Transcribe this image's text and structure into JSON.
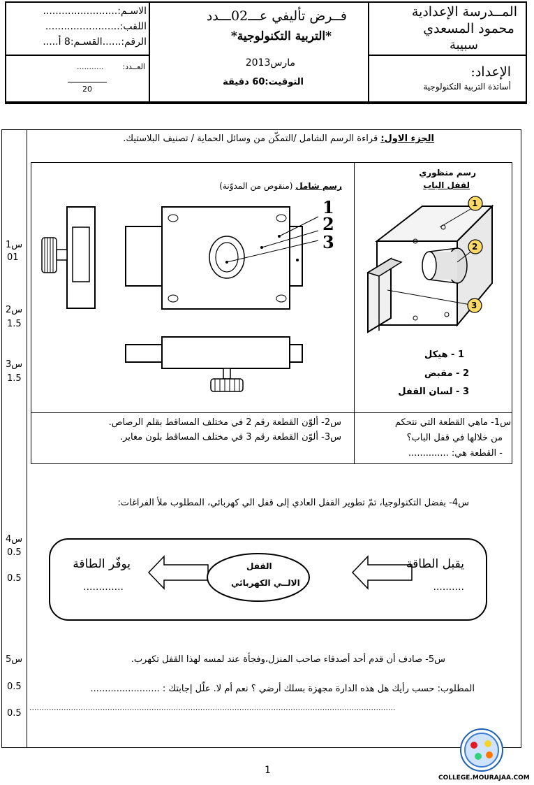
{
  "header": {
    "school": [
      "المــدرسة الإعدادية",
      "محمود المسعدي",
      "سبيبة"
    ],
    "preparedby_label": "الإعداد:",
    "preparedby": "أساتذة التربية التكنولوجية",
    "exam_title": "فــرض تأليفي عـــ02ـــدد",
    "subject": "*التربية التكنولوجية*",
    "date": "مارس2013",
    "duration": "التوقيت:60 دقيقة",
    "name_label": "الاسـم:........................",
    "surname_label": "اللقب:........................",
    "number_label": "الرقم:......القسـم:8 أ.....",
    "grade_label": "العــدد:",
    "grade_dots": "...........",
    "grade_total": "20"
  },
  "margin_marks": [
    {
      "q": "س1",
      "score": "01"
    },
    {
      "q": "س2",
      "score": "1.5"
    },
    {
      "q": "س3",
      "score": "1.5"
    },
    {
      "q": "س4",
      "score": "0.5"
    },
    {
      "q": "",
      "score": "0.5"
    },
    {
      "q": "س5",
      "score": ""
    },
    {
      "q": "",
      "score": "0.5"
    },
    {
      "q": "",
      "score": "0.5"
    }
  ],
  "part1": {
    "title": "الجزء الاول:",
    "desc": " قراءة الرسم الشامل /التمكّن من وسائل الحماية / تصنيف البلاستيك."
  },
  "perspective": {
    "title1": "رسم منظوري",
    "title2": "لقفل الباب",
    "callouts": [
      "1",
      "2",
      "3"
    ],
    "legend": [
      "1 - هيكل",
      "2 - مقبض",
      "3 - لسان القفل"
    ]
  },
  "drawing": {
    "title": "رسم شامل",
    "note": " (منقوص من المدوّنة)",
    "labels": [
      "1",
      "2",
      "3"
    ]
  },
  "q1": {
    "line1": "س1- ماهي القطعة التي نتحكم",
    "line2": "من خلالها في قفل الباب؟",
    "line3": "-  القطعة هي: .............."
  },
  "q23": {
    "line1": "س2- ألوّن القطعة رقم 2 في مختلف المساقط بقلم الرصاص.",
    "line2": "س3- ألوّن القطعة رقم 3 في مختلف المساقط بلون مغاير."
  },
  "q4": {
    "text": "س4-  بفضل التكنولوجيا، تمّ تطوير القفل العادي إلى قفل الي كهربائي، المطلوب ملأ الفراغات:",
    "center1": "القفل",
    "center2": "الالــي الكهربائي",
    "input_label": "يقبل الطاقة",
    "input_dots": "..........",
    "output_label": "يوفّر الطاقة",
    "output_dots": "............."
  },
  "q5": {
    "text": "س5-  صادف أن قدم أحد أصدقاء صاحب المنزل،وفجأة عند لمسه لهذا القفل تكهرب.",
    "req": "المطلوب: حسب رأيك هل هذه الدارة مجهزة بسلك أرضي ؟ نعم أم لا. علّل إجابتك : ........................",
    "dots": "......................................................................................................................................................"
  },
  "footer": {
    "page": "1",
    "site": "COLLEGE.MOURAJAA.COM"
  }
}
